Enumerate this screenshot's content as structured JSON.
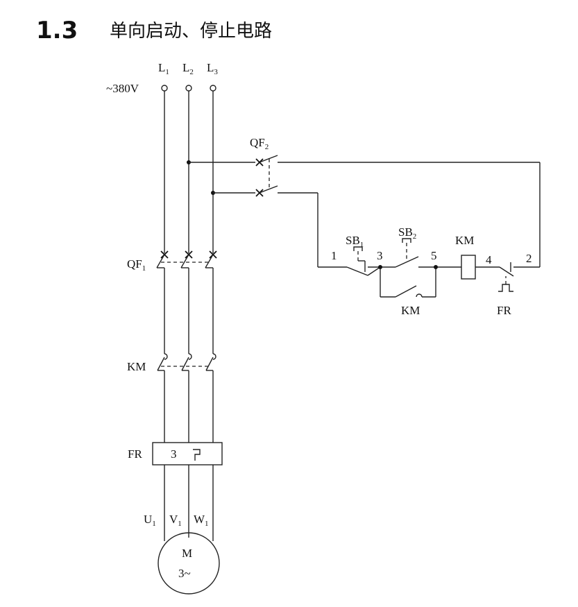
{
  "heading": {
    "number": "1.3",
    "title": "单向启动、停止电路"
  },
  "supply": {
    "voltage": "~380V",
    "phases": [
      {
        "base": "L",
        "sub": "1"
      },
      {
        "base": "L",
        "sub": "2"
      },
      {
        "base": "L",
        "sub": "3"
      }
    ]
  },
  "qf2": {
    "base": "QF",
    "sub": "2"
  },
  "qf1": {
    "base": "QF",
    "sub": "1"
  },
  "main_contactor": {
    "label": "KM"
  },
  "overload": {
    "label": "FR",
    "poles": "3",
    "symbol": "ɔ"
  },
  "motor": {
    "label": "M",
    "phase": "3~",
    "terminals": [
      {
        "base": "U",
        "sub": "1"
      },
      {
        "base": "V",
        "sub": "1"
      },
      {
        "base": "W",
        "sub": "1"
      }
    ]
  },
  "control": {
    "sb1": {
      "base": "SB",
      "sub": "1"
    },
    "sb2": {
      "base": "SB",
      "sub": "2"
    },
    "coil": "KM",
    "aux_contact": "KM",
    "fr_contact": "FR",
    "nodes": [
      "1",
      "3",
      "5",
      "4",
      "2"
    ]
  }
}
